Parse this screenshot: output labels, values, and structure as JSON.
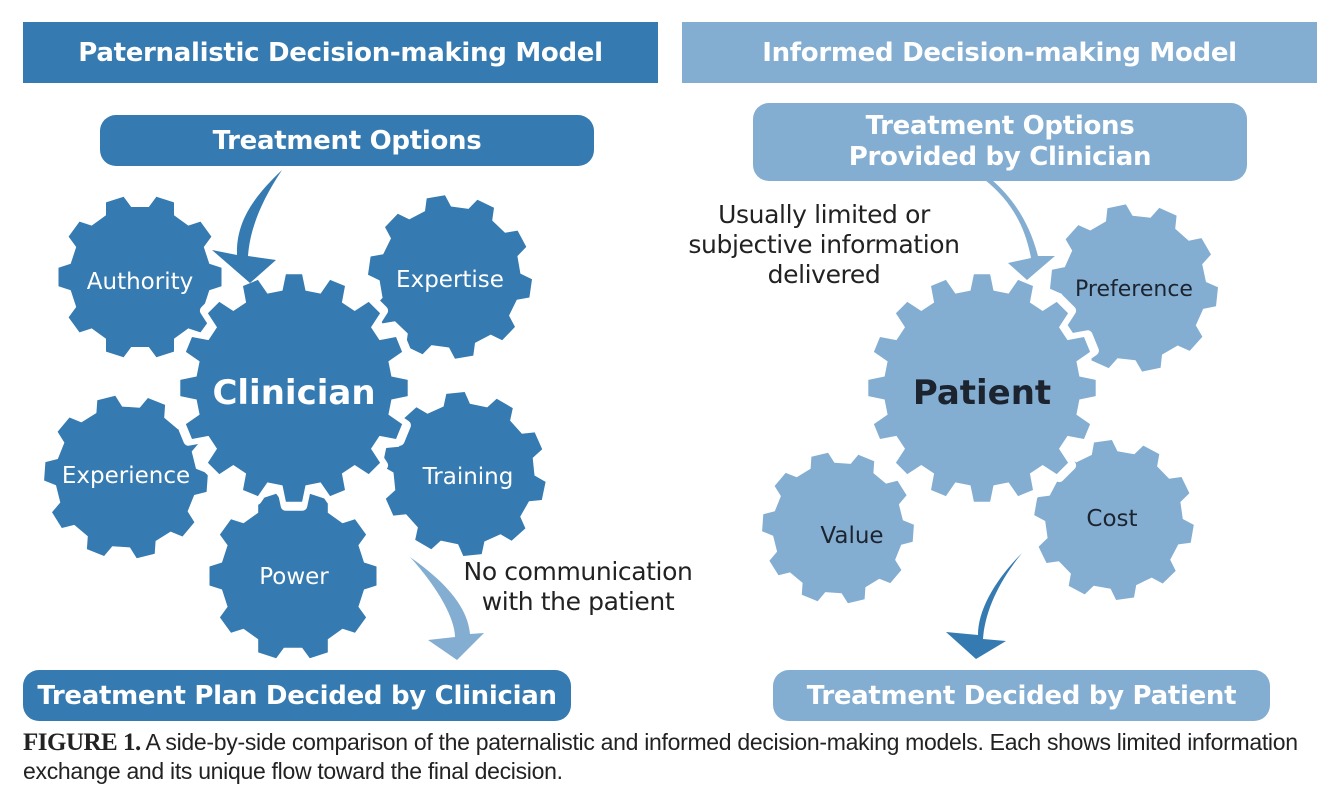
{
  "colors": {
    "dark_blue": "#357ab0",
    "light_blue": "#83aed2",
    "dark_text": "#1c2430",
    "white_text": "#ffffff"
  },
  "left_model": {
    "title": "Paternalistic Decision-making Model",
    "input_box": "Treatment Options",
    "center_gear": "Clinician",
    "satellite_gears": [
      "Authority",
      "Expertise",
      "Experience",
      "Training",
      "Power"
    ],
    "annotation": [
      "No communication",
      "with the patient"
    ],
    "output_box": "Treatment Plan Decided by Clinician"
  },
  "right_model": {
    "title": "Informed Decision-making Model",
    "input_box": [
      "Treatment Options",
      "Provided by Clinician"
    ],
    "center_gear": "Patient",
    "satellite_gears": [
      "Preference",
      "Value",
      "Cost"
    ],
    "annotation": [
      "Usually limited or",
      "subjective information",
      "delivered"
    ],
    "output_box": "Treatment Decided by Patient"
  },
  "caption": {
    "label": "FIGURE 1.",
    "text": " A side-by-side comparison of the paternalistic and informed decision-making models. Each shows limited information exchange and its unique flow toward the final decision."
  }
}
